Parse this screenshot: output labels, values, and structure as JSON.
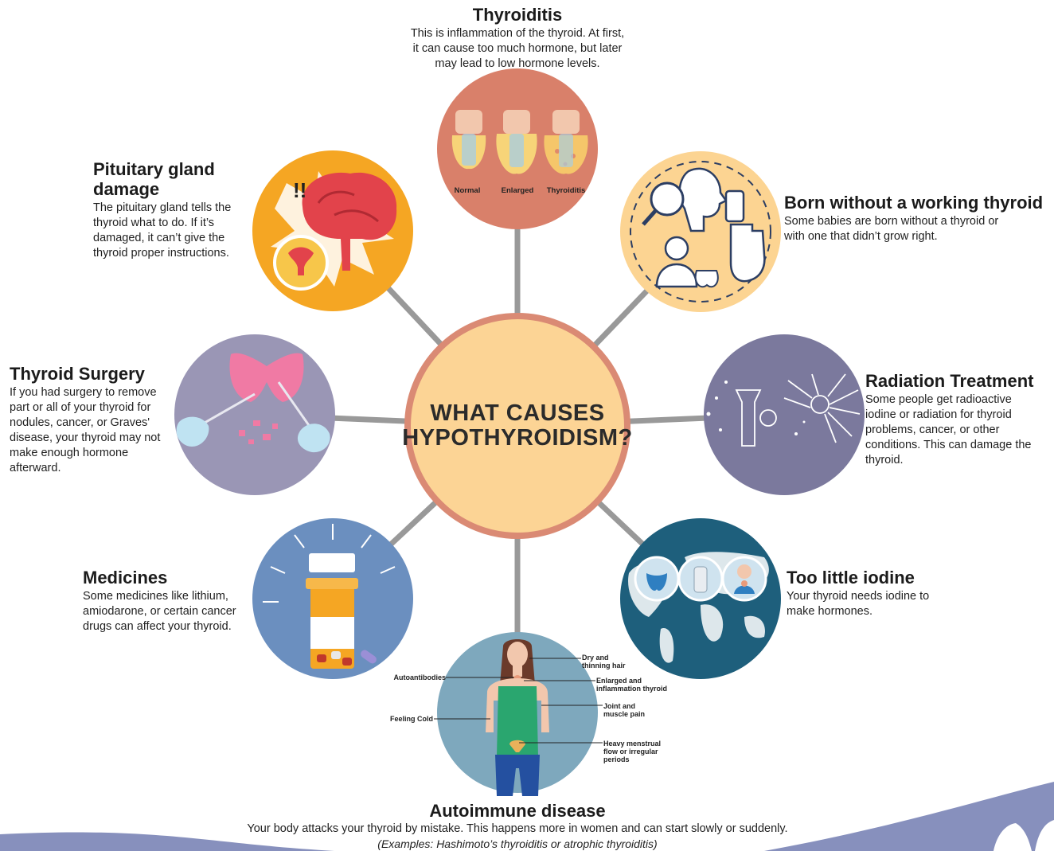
{
  "center": {
    "line1": "WHAT CAUSES",
    "line2": "HYPOTHYROIDISM?"
  },
  "causes": {
    "thyroiditis": {
      "title": "Thyroiditis",
      "desc": "This is inflammation of the thyroid. At first, it can cause too much hormone, but later may lead to low hormone levels.",
      "labels": [
        "Normal",
        "Enlarged",
        "Thyroiditis"
      ]
    },
    "pituitary": {
      "title_line1": "Pituitary gland",
      "title_line2": "damage",
      "desc": "The pituitary gland tells the thyroid what to do. If it’s damaged, it can’t give the thyroid proper instructions."
    },
    "born": {
      "title": "Born without a working thyroid",
      "desc": "Some babies are born without a thyroid or with one that didn’t grow right."
    },
    "surgery": {
      "title": "Thyroid Surgery",
      "desc": "If you had surgery to remove part or all of your thyroid for nodules, cancer, or Graves' disease, your thyroid may not make enough hormone afterward."
    },
    "radiation": {
      "title": "Radiation Treatment",
      "desc": "Some people get radioactive iodine or radiation for thyroid problems, cancer, or other conditions. This can damage the thyroid."
    },
    "medicines": {
      "title": "Medicines",
      "desc": "Some medicines like lithium, amiodarone, or certain cancer drugs can affect your thyroid."
    },
    "iodine": {
      "title": "Too little iodine",
      "desc": "Your thyroid needs iodine to make hormones."
    },
    "autoimmune": {
      "title": "Autoimmune disease",
      "desc": "Your body attacks your thyroid by mistake. This happens more in women and can start slowly or suddenly.",
      "examples": "(Examples: Hashimoto’s thyroiditis or atrophic thyroiditis)",
      "annotations": {
        "hair": "Dry and thinning hair",
        "autoantibodies": "Autoantibodies",
        "enlarged": "Enlarged and inflammation thyroid",
        "joint": "Joint and muscle pain",
        "cold": "Feeling Cold",
        "menstrual": "Heavy menstrual flow or irregular periods"
      }
    }
  },
  "colors": {
    "spoke": "#999999",
    "center_fill": "#fcd495",
    "center_ring": "#da8a74",
    "thyroiditis": "#d9806a",
    "pituitary": "#f5a623",
    "born": "#fcd492",
    "surgery": "#9a96b5",
    "radiation": "#7b799d",
    "medicines": "#6b8fbf",
    "iodine": "#1e5f7c",
    "autoimmune": "#7ea8bd",
    "wave": "#8790bd"
  }
}
